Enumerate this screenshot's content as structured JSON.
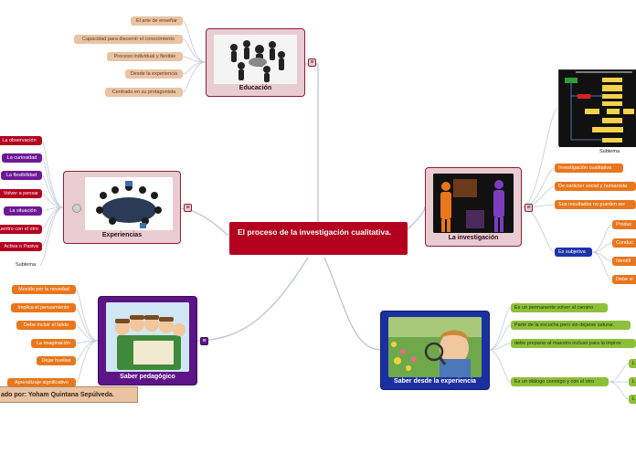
{
  "central": {
    "title": "El proceso de la investigación cualitativa."
  },
  "topics": {
    "educacion": {
      "title": "Educación",
      "menu_icon": "hamburger-icon",
      "subtopics": [
        "El arte de enseñar",
        "Capacidad para discernir el conocimiento",
        "Proceso individual y flexible",
        "Desde la experiencia",
        "Centrado en su protagonista"
      ]
    },
    "experiencias": {
      "title": "Experiencias",
      "menu_icon": "hamburger-icon",
      "subtopics": [
        "La observación",
        "La curiosidad",
        "La flexibilidad",
        "Volver a pensar",
        "La situación",
        "Encuentro con el otro",
        "Activa o Pasiva",
        "Subtema"
      ]
    },
    "saber_pedagogico": {
      "title": "Saber pedagógico",
      "menu_icon": "hamburger-icon",
      "subtopics": [
        "Movido por la novedad",
        "Implica el pensamiento",
        "Debe incluir el lalido",
        "La imaginación",
        "Dejar huellas",
        "Aprendizaje significativo"
      ]
    },
    "investigacion": {
      "title": "La investigación",
      "menu_icon": "hamburger-icon",
      "subtema_label": "Subtema",
      "subtopics": [
        "Investigación cualitativa",
        "De carácter social y humanista",
        "Sus resultados no pueden ser",
        "Es subjetiva"
      ],
      "subjetiva_children": [
        "Produc",
        "Conduc",
        "Identifi",
        "Debe vi"
      ]
    },
    "saber_experiencia": {
      "title": "Saber desde la experiencia",
      "menu_icon": "hamburger-icon",
      "subtopics": [
        "Es un permanente volver al camino",
        "Parte de la escucha pero sin dejarse saturar.",
        "debe preparar al maestro incluso para la improv",
        "Es un diálogo conmigo y con el otro"
      ],
      "dialogo_children": [
        "L",
        "L",
        "L"
      ]
    }
  },
  "author_note": "ado por: Yoham Quintana Sepúlveda.",
  "colors": {
    "central": "#b3001f",
    "link": "#b9c4d4",
    "tan": "#e9c3a2",
    "red": "#b3001f",
    "purple": "#6e1896",
    "orange": "#e8761c",
    "blue": "#1f33a8",
    "green": "#8dbf3b"
  }
}
